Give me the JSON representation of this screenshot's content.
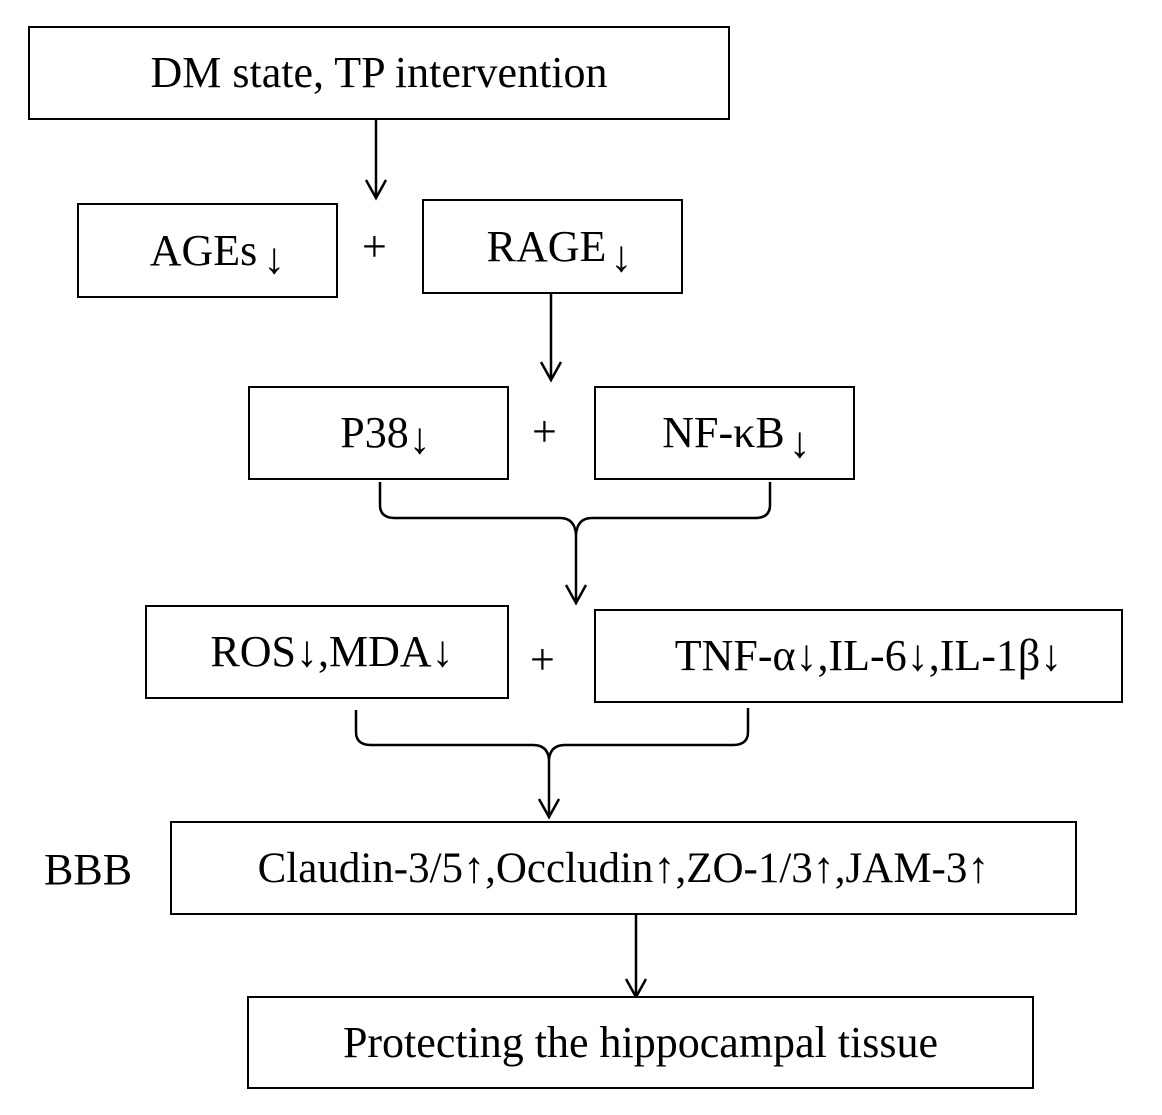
{
  "diagram": {
    "top_box": "DM state, TP intervention",
    "ages": {
      "label": "AGEs",
      "arrow": "↓"
    },
    "rage": {
      "label": "RAGE",
      "arrow": "↓"
    },
    "p38": {
      "label": "P38",
      "arrow": "↓"
    },
    "nfkb": {
      "label": "NF-κB",
      "arrow": "↓"
    },
    "ros_mda": {
      "part1": "ROS",
      "arrow1": "↓",
      "sep": ", ",
      "part2": "MDA",
      "arrow2": "↓"
    },
    "cytokines": {
      "part1": "TNF-α",
      "arrow1": "↓",
      "sep1": ", ",
      "part2": "IL-6",
      "arrow2": "↓",
      "sep2": ", ",
      "part3": "IL-1β",
      "arrow3": "↓"
    },
    "plus": "+",
    "bbb_label": "BBB",
    "bbb_box": {
      "part1": "Claudin-3/5",
      "arrow1": "↑",
      "sep1": ", ",
      "part2": "Occludin",
      "arrow2": "↑",
      "sep2": ", ",
      "part3": "ZO-1/3",
      "arrow3": "↑",
      "sep3": ", ",
      "part4": "JAM-3",
      "arrow4": "↑"
    },
    "bottom_box": "Protecting the hippocampal tissue"
  }
}
